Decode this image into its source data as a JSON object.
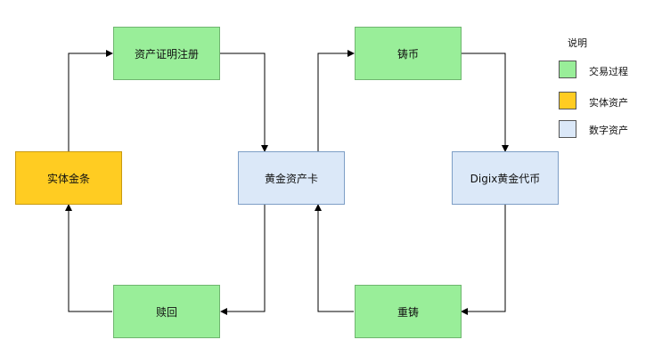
{
  "nodes": {
    "gold_bar": "实体金条",
    "asset_registration": "资产证明注册",
    "gold_asset_card": "黄金资产卡",
    "minting": "铸币",
    "digix_token": "Digix黄金代币",
    "recasting": "重铸",
    "redemption": "赎回"
  },
  "legend": {
    "title": "说明",
    "items": [
      {
        "label": "交易过程",
        "color": "#99ee99"
      },
      {
        "label": "实体资产",
        "color": "#ffcc22"
      },
      {
        "label": "数字资产",
        "color": "#dbe8f8"
      }
    ]
  }
}
